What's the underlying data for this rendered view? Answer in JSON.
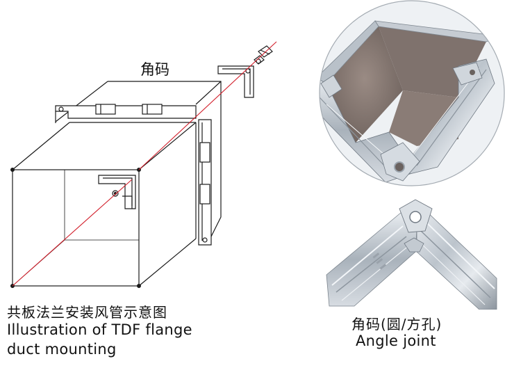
{
  "labels": {
    "corner_cn": "角码",
    "caption_cn": "共板法兰安装风管示意图",
    "caption_en_line1": "Illustration of TDF flange",
    "caption_en_line2": "duct mounting",
    "angle_cn": "角码(圆/方孔)",
    "angle_en": "Angle joint"
  },
  "colors": {
    "line": "#1a1a1a",
    "guide": "#d21f2b",
    "metal_light": "#dfe4ea",
    "metal_mid": "#aab3bd",
    "metal_dark": "#6f7882",
    "duct_inner": "#8d7f7a"
  }
}
